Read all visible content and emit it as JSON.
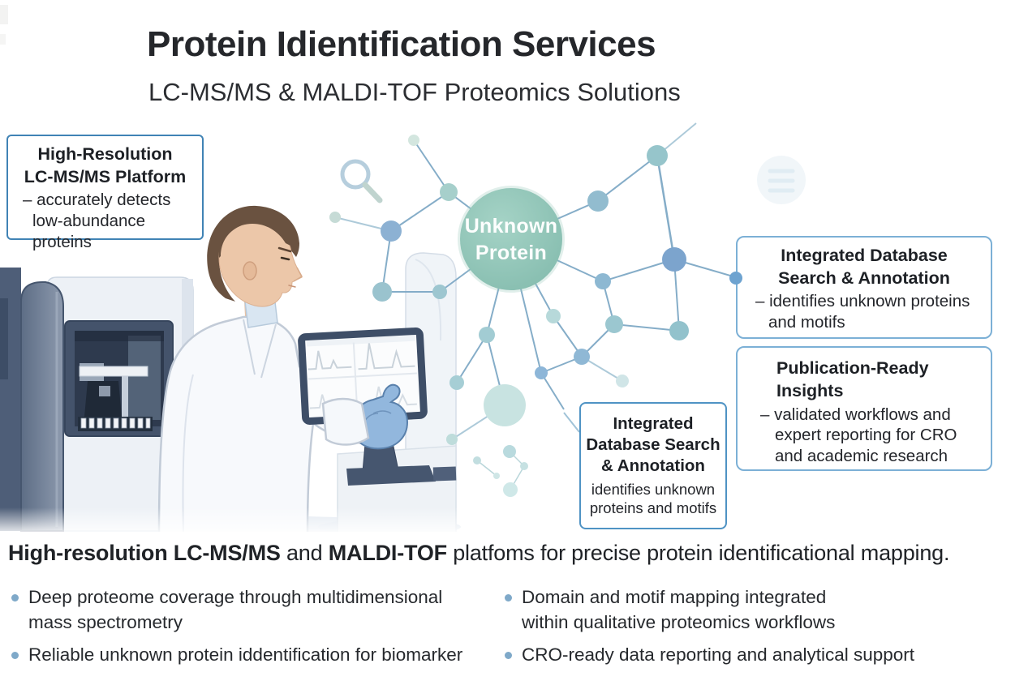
{
  "header": {
    "title": "Protein Idientification Services",
    "subtitle": "LC-MS/MS & MALDI-TOF Proteomics Solutions"
  },
  "callouts": {
    "platform": {
      "title": "High-Resolution\nLC-MS/MS Platform",
      "body": "– accurately detects\nlow-abundance proteins"
    },
    "database": {
      "title": "Integrated Database\nSearch & Annotation",
      "body": "– identifies unknown proteins\nand motifs"
    },
    "insights": {
      "title": "Publication-Ready\nInsights",
      "body": "– validated workflows and\nexpert reporting for CRO\nand academic research"
    },
    "annotation": {
      "title": "Integrated\nDatabase Search\n& Annotation",
      "body": "identifies unknown\nproteins and motifs"
    }
  },
  "network": {
    "central_label": "Unknown\nProtein"
  },
  "bottom": {
    "headline": {
      "bold1": "High-resolution LC-MS/MS",
      "mid": " and ",
      "bold2": "MALDI-TOF",
      "rest": " platfoms for precise protein identificational mapping."
    },
    "bullets_left": [
      "Deep proteome coverage through multidimensional\nmass spectrometry",
      "Reliable unknown protein iddentification for biomarker"
    ],
    "bullets_right": [
      "Domain and motif mapping integrated\nwithin qualitative proteomics workflows",
      "CRO-ready data reporting and analytical support"
    ]
  },
  "icons": {
    "search": "magnifying-glass",
    "database": "stacked-lines-circle"
  },
  "colors": {
    "accent_blue": "#4083b5",
    "box_border_light": "#7cb0d6",
    "node_teal": "#9ccbcd",
    "node_blue": "#7ca4cd",
    "central_teal": "#8ec4b6",
    "text": "#26282c"
  }
}
